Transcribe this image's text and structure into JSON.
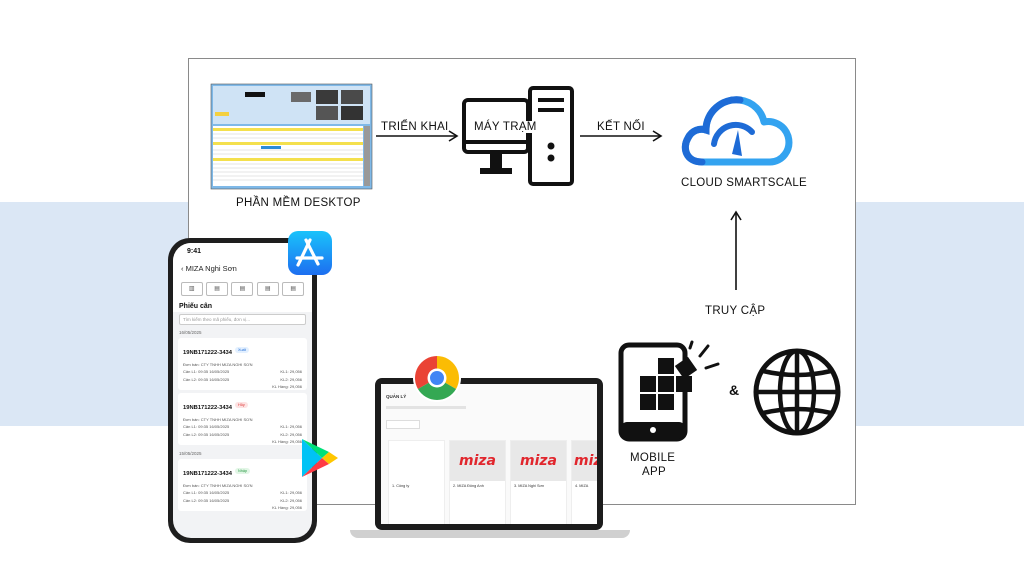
{
  "labels": {
    "desktop": "PHẦN MỀM DESKTOP",
    "deploy": "TRIỂN KHAI",
    "workstation": "MÁY TRẠM",
    "connect": "KẾT NỐI",
    "cloud": "CLOUD SMARTSCALE",
    "access": "TRUY CẬP",
    "mobile_line1": "MOBILE",
    "mobile_line2": "APP",
    "ampersand": "&"
  },
  "phone": {
    "time": "9:41",
    "header": "MIZA Nghi Sơn",
    "section": "Phiếu cân",
    "search_placeholder": "Tìm kiếm theo mã phiếu, đơn vị...",
    "date1": "16/05/2025",
    "date2": "15/05/2025",
    "cards": [
      {
        "id": "19NB171222-3434",
        "badge": "Xuất",
        "org": "Đơn bán: CTY TNHH MIZA NGHI SƠN",
        "l1": "Cân L1: 09:35 16/05/2025",
        "l2": "Cân L2: 09:35 16/05/2025",
        "kl1": "KL1: 29,056",
        "kl2": "KL2: 29,056",
        "klh": "KL Hàng: 29,056"
      },
      {
        "id": "19NB171222-3434",
        "badge": "Hủy",
        "org": "Đơn bán: CTY TNHH MIZA NGHI SƠN",
        "l1": "Cân L1: 09:35 16/05/2025",
        "l2": "Cân L2: 09:35 16/05/2025",
        "kl1": "KL1: 29,056",
        "kl2": "KL2: 29,056",
        "klh": "KL Hàng: 29,056"
      },
      {
        "id": "19NB171222-3434",
        "badge": "Nhập",
        "org": "Đơn bán: CTY TNHH MIZA NGHI SƠN",
        "l1": "Cân L1: 09:35 16/05/2025",
        "l2": "Cân L2: 09:35 16/05/2025",
        "kl1": "KL1: 29,056",
        "kl2": "KL2: 29,056",
        "klh": "KL Hàng: 29,056"
      }
    ]
  },
  "laptop": {
    "title": "QUẢN LÝ",
    "brand": "miza",
    "tiles": [
      "1. Công ty",
      "2. MIZA Đông Anh",
      "3. MIZA Nghi Sơn",
      "4. MIZA"
    ]
  },
  "colors": {
    "band": "#dbe7f5",
    "cloud_blue": "#1e6bd6",
    "cloud_light": "#33a3f0",
    "brand_red": "#e1262d"
  },
  "icons": [
    "app-store-icon",
    "chrome-icon",
    "google-play-icon",
    "globe-icon",
    "mobile-app-icon",
    "cloud-icon",
    "workstation-icon"
  ]
}
